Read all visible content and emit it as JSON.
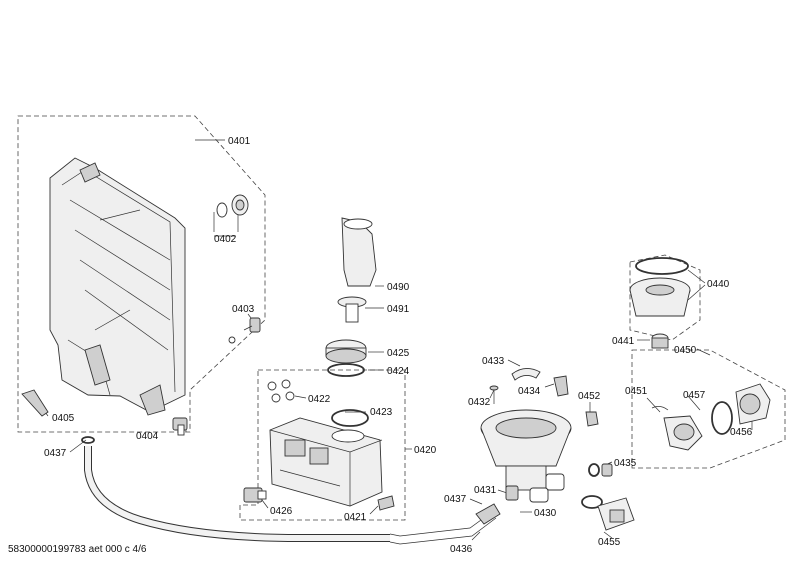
{
  "document_code": "58300000199783 aet 000 c 4/6",
  "labels": {
    "p0401": "0401",
    "p0402": "0402",
    "p0403": "0403",
    "p0404": "0404",
    "p0405": "0405",
    "p0437a": "0437",
    "p0490": "0490",
    "p0491": "0491",
    "p0425": "0425",
    "p0424": "0424",
    "p0422": "0422",
    "p0423": "0423",
    "p0420": "0420",
    "p0426": "0426",
    "p0421": "0421",
    "p0433": "0433",
    "p0434": "0434",
    "p0432": "0432",
    "p0452": "0452",
    "p0440": "0440",
    "p0441": "0441",
    "p0450": "0450",
    "p0451": "0451",
    "p0457": "0457",
    "p0456": "0456",
    "p0435": "0435",
    "p0431": "0431",
    "p0437b": "0437",
    "p0430": "0430",
    "p0436": "0436",
    "p0455": "0455"
  }
}
